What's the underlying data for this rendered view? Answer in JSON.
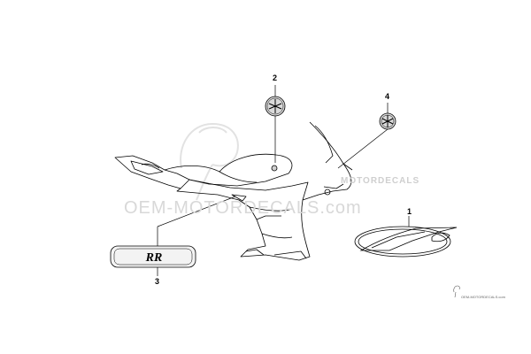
{
  "diagram": {
    "callouts": [
      {
        "id": "1",
        "label": "1"
      },
      {
        "id": "2",
        "label": "2"
      },
      {
        "id": "3",
        "label": "3"
      },
      {
        "id": "4",
        "label": "4"
      }
    ],
    "parts": {
      "sticker_3_text": "RR"
    },
    "watermark": {
      "main_text": "OEM-MOTORDECALS.com",
      "strip_text": "MOTORDECALS",
      "footer_text": "OEM-MOTORDECALS.com"
    },
    "colors": {
      "line": "#000000",
      "badge_fill": "#dadada",
      "watermark": "#d8d8d8"
    }
  }
}
